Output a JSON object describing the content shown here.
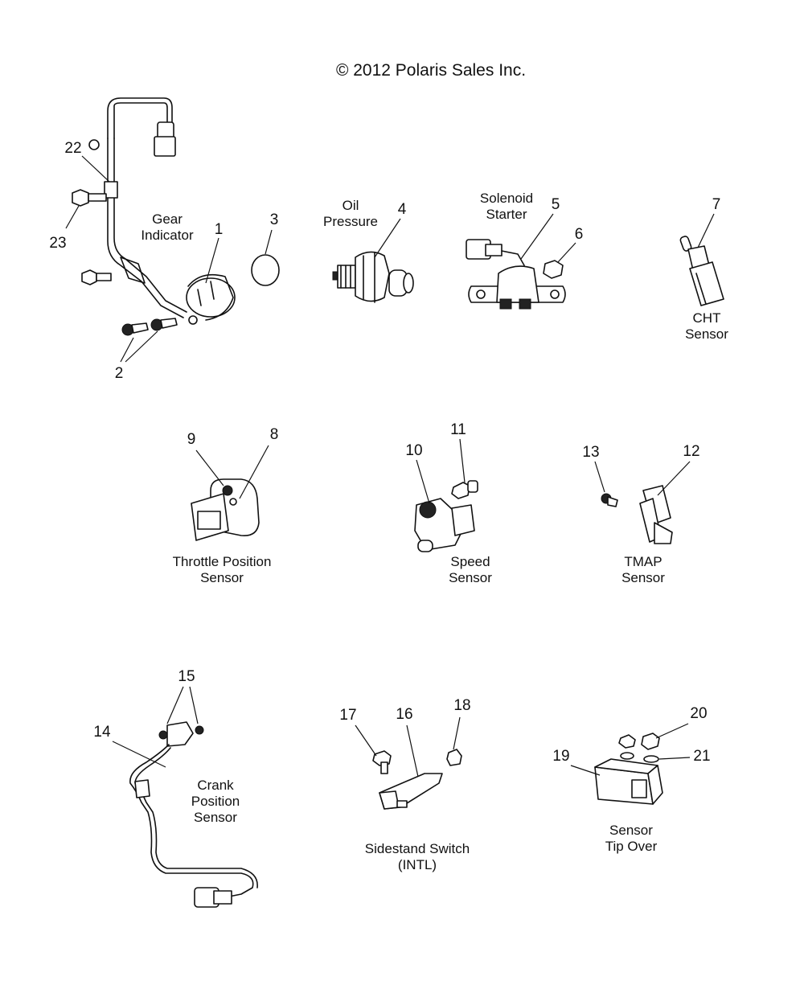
{
  "copyright": "© 2012 Polaris Sales Inc.",
  "groups": {
    "gear_indicator": {
      "line1": "Gear",
      "line2": "Indicator"
    },
    "oil_pressure": {
      "line1": "Oil",
      "line2": "Pressure"
    },
    "solenoid_starter": {
      "line1": "Solenoid",
      "line2": "Starter"
    },
    "cht_sensor": {
      "line1": "CHT",
      "line2": "Sensor"
    },
    "throttle_position_sensor": {
      "line1": "Throttle Position",
      "line2": "Sensor"
    },
    "speed_sensor": {
      "line1": "Speed",
      "line2": "Sensor"
    },
    "tmap_sensor": {
      "line1": "TMAP",
      "line2": "Sensor"
    },
    "crank_position_sensor": {
      "line1": "Crank",
      "line2": "Position",
      "line3": "Sensor"
    },
    "sidestand_switch": {
      "line1": "Sidestand Switch",
      "line2": "(INTL)"
    },
    "sensor_tip_over": {
      "line1": "Sensor",
      "line2": "Tip Over"
    }
  },
  "callouts": [
    "1",
    "2",
    "3",
    "4",
    "5",
    "6",
    "7",
    "8",
    "9",
    "10",
    "11",
    "12",
    "13",
    "14",
    "15",
    "16",
    "17",
    "18",
    "19",
    "20",
    "21",
    "22",
    "23"
  ]
}
